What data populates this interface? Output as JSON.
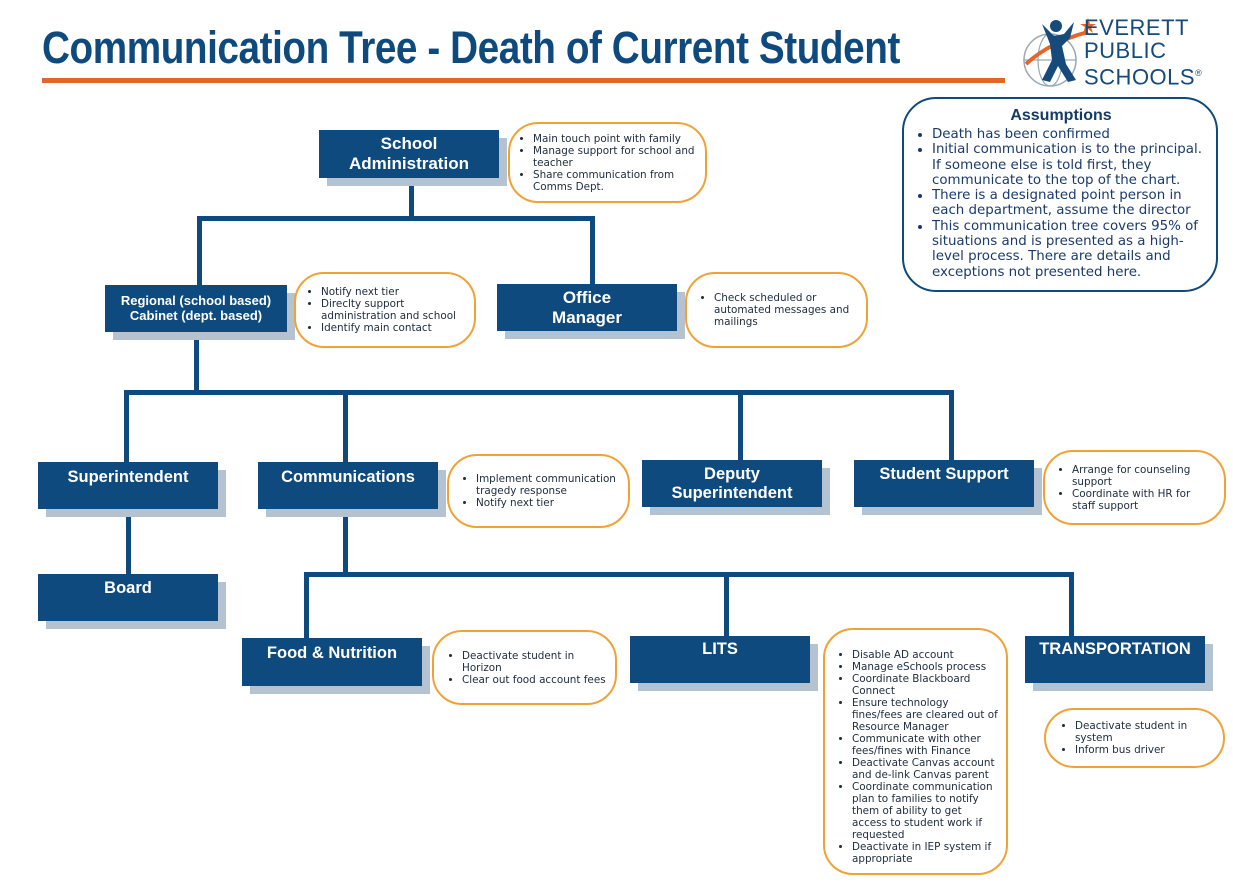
{
  "title": "Communication Tree - Death of Current Student",
  "logo": {
    "line1": "EVERETT",
    "line2": "PUBLIC",
    "line3": "SCHOOLS",
    "mark": "®"
  },
  "colors": {
    "box": "#0e4a7d",
    "accent": "#e2662a",
    "note_border": "#f0a236",
    "shadow": "#b5c2cf"
  },
  "assumptions": {
    "title": "Assumptions",
    "items": [
      "Death has been confirmed",
      "Initial communication is to the principal. If someone else is told first, they communicate to the top of the chart.",
      "There is a designated point person in each department, assume the director",
      "This communication tree covers 95% of situations and is presented as a high-level process. There are details and exceptions not presented here."
    ]
  },
  "nodes": {
    "school_admin": {
      "line1": "School",
      "line2": "Administration"
    },
    "regional": {
      "line1": "Regional (school based)",
      "line2": "Cabinet (dept. based)"
    },
    "office_manager": {
      "line1": "Office",
      "line2": "Manager"
    },
    "superintendent": "Superintendent",
    "communications": "Communications",
    "deputy": {
      "line1": "Deputy",
      "line2": "Superintendent"
    },
    "student_support": "Student Support",
    "board": "Board",
    "food": "Food & Nutrition",
    "lits": "LITS",
    "transportation": "TRANSPORTATION"
  },
  "notes": {
    "school_admin": [
      "Main touch point with family",
      "Manage support for school and teacher",
      "Share communication from Comms Dept."
    ],
    "regional": [
      "Notify next tier",
      "Direclty support administration and school",
      "Identify main contact"
    ],
    "office_manager": [
      "Check scheduled or automated messages and mailings"
    ],
    "communications": [
      "Implement communication tragedy response",
      "Notify next tier"
    ],
    "student_support": [
      "Arrange for counseling support",
      "Coordinate with HR for staff support"
    ],
    "food": [
      "Deactivate student in Horizon",
      "Clear out food account fees"
    ],
    "lits": [
      "Disable AD account",
      "Manage eSchools process",
      "Coordinate Blackboard Connect",
      "Ensure technology fines/fees are cleared out of Resource Manager",
      "Communicate with other fees/fines with Finance",
      "Deactivate Canvas account and de-link Canvas parent",
      "Coordinate communication plan to families to notify them of ability to get access to student work if requested",
      "Deactivate in IEP system if appropriate"
    ],
    "transportation": [
      "Deactivate student in system",
      "Inform bus driver"
    ]
  }
}
